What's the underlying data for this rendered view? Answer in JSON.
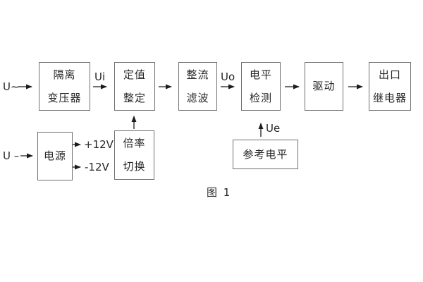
{
  "diagram": {
    "caption": "图 1",
    "colors": {
      "background": "#ffffff",
      "box_border": "#6f6f6f",
      "text": "#262626",
      "arrow": "#1c1c1c"
    },
    "blocks": [
      {
        "id": "isolation-transformer",
        "lines": [
          "隔离",
          "变压器"
        ]
      },
      {
        "id": "setting-adjust",
        "lines": [
          "定值",
          "整定"
        ]
      },
      {
        "id": "rectifier-filter",
        "lines": [
          "整流",
          "滤波"
        ]
      },
      {
        "id": "level-detect",
        "lines": [
          "电平",
          "检测"
        ]
      },
      {
        "id": "drive",
        "lines": [
          "驱动"
        ]
      },
      {
        "id": "output-relay",
        "lines": [
          "出口",
          "继电器"
        ]
      },
      {
        "id": "power-supply",
        "lines": [
          "电源"
        ]
      },
      {
        "id": "ratio-switch",
        "lines": [
          "倍率",
          "切换"
        ]
      },
      {
        "id": "reference-level",
        "lines": [
          "参考电平"
        ]
      }
    ],
    "labels": {
      "input_ac": "U~",
      "input_dc": "U –",
      "ui": "Ui",
      "uo": "Uo",
      "ue": "Ue",
      "plus12v": "+12V",
      "minus12v": "-12V"
    },
    "connections": [
      {
        "from": "input-ac",
        "to": "isolation-transformer",
        "label": ""
      },
      {
        "from": "isolation-transformer",
        "to": "setting-adjust",
        "label": "Ui"
      },
      {
        "from": "setting-adjust",
        "to": "rectifier-filter",
        "label": ""
      },
      {
        "from": "rectifier-filter",
        "to": "level-detect",
        "label": "Uo"
      },
      {
        "from": "level-detect",
        "to": "drive",
        "label": ""
      },
      {
        "from": "drive",
        "to": "output-relay",
        "label": ""
      },
      {
        "from": "input-dc",
        "to": "power-supply",
        "label": ""
      },
      {
        "from": "power-supply",
        "to": "out",
        "label": "+12V"
      },
      {
        "from": "power-supply",
        "to": "out",
        "label": "-12V"
      },
      {
        "from": "ratio-switch",
        "to": "setting-adjust",
        "label": ""
      },
      {
        "from": "reference-level",
        "to": "level-detect",
        "label": "Ue"
      }
    ]
  }
}
